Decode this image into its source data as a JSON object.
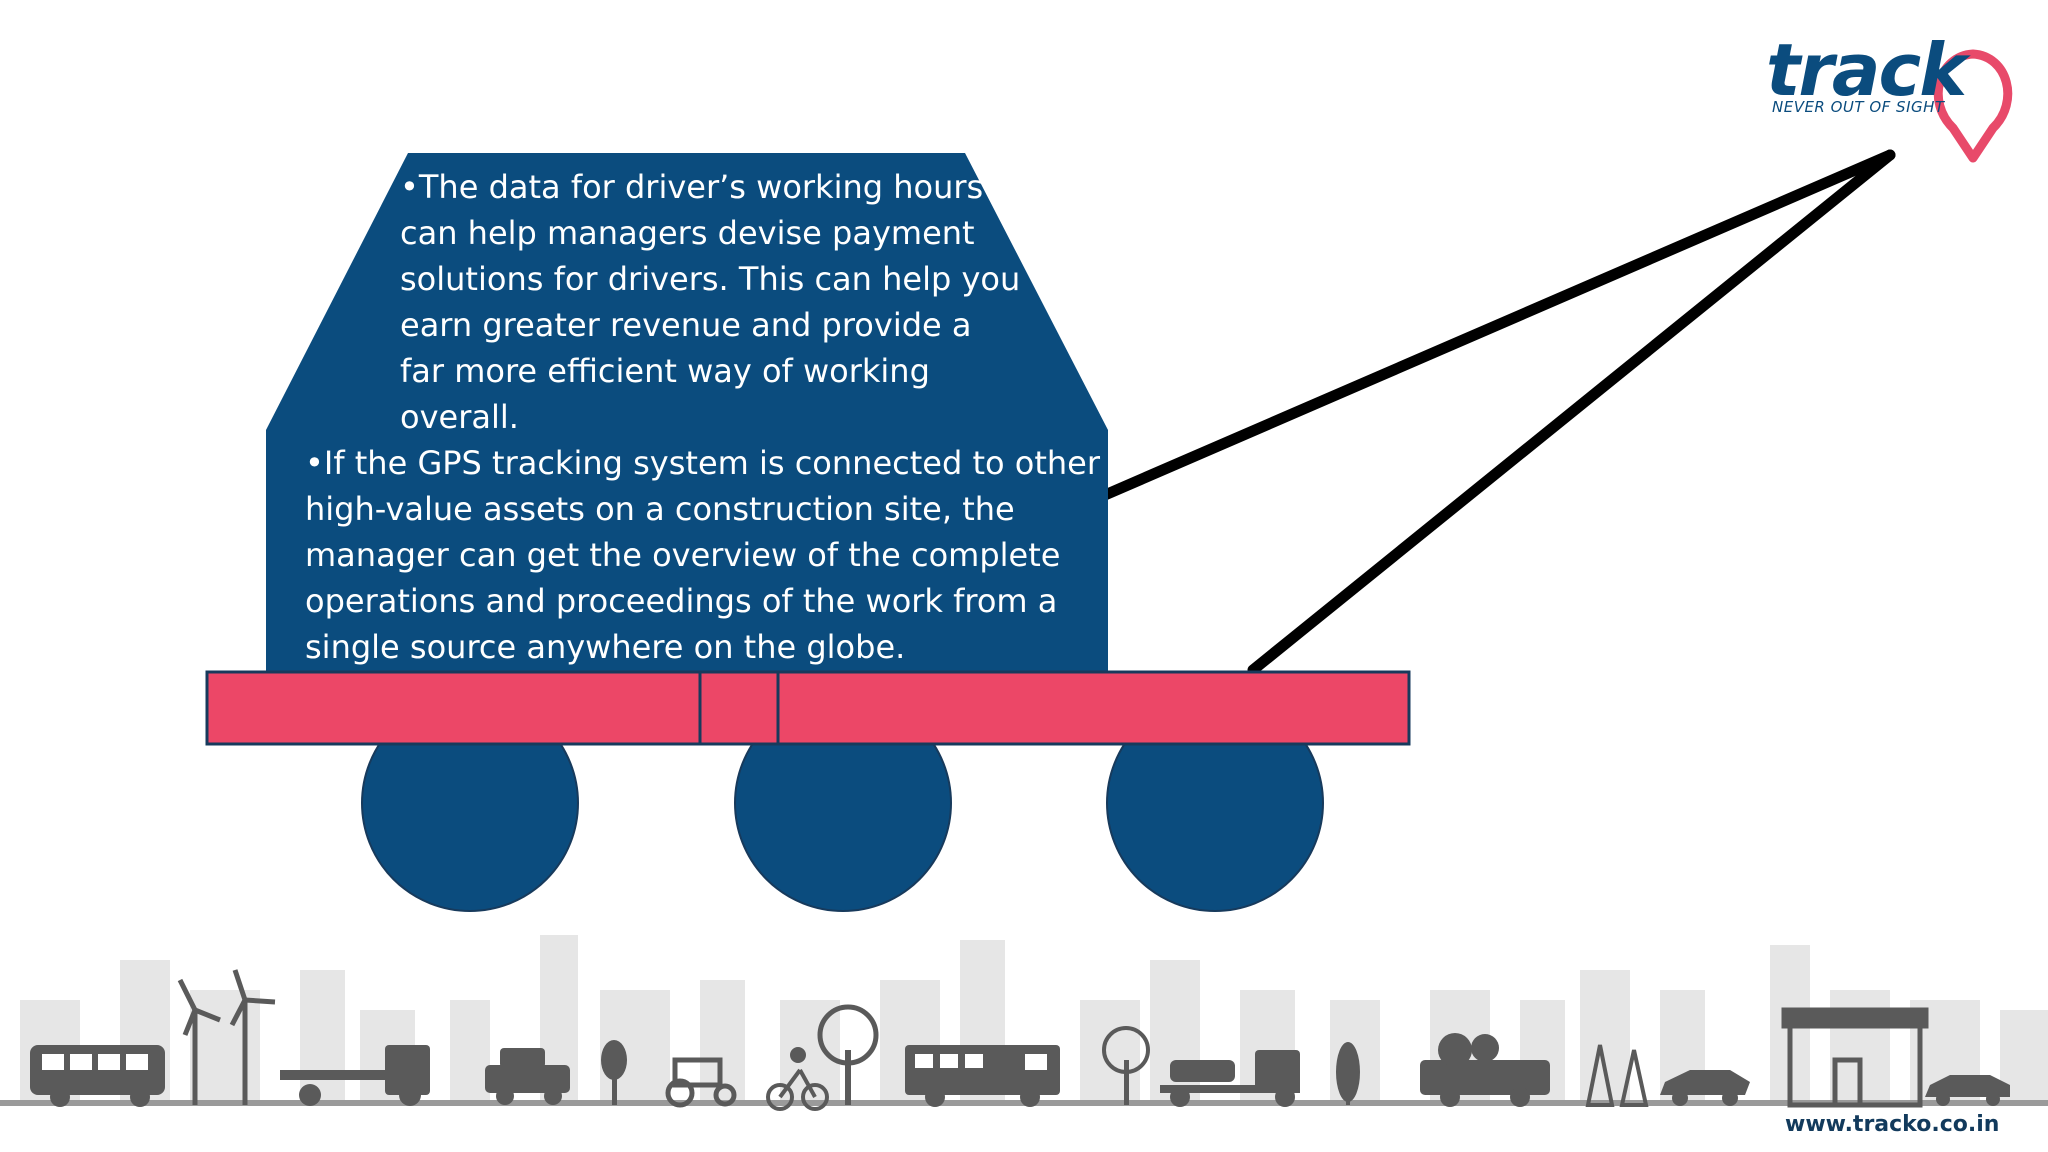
{
  "logo": {
    "name": "track",
    "tagline": "NEVER OUT OF SIGHT",
    "pin_color": "#e84a6a",
    "text_color": "#0b4c7e"
  },
  "bullets": [
    {
      "lines": [
        "•The data for driver’s working hours",
        "can help managers devise payment",
        "solutions for drivers. This can help you",
        "earn greater revenue and provide a",
        "far more efficient way of working",
        "overall."
      ]
    },
    {
      "lines": [
        "•If the GPS tracking system is connected to other",
        "high-value assets on a construction site, the",
        "manager can get the overview of the complete",
        "operations and proceedings of the work from a",
        "single source anywhere on the globe."
      ]
    }
  ],
  "footer": {
    "url": "www.tracko.co.in"
  },
  "colors": {
    "cab": "#0b4c7e",
    "platform": "#ec4767",
    "wheels": "#0b4c7e",
    "crane": "#000000",
    "skyline": "#d9d9d9",
    "vehicles": "#5a5a5a"
  },
  "icons": [
    "location-pin-icon",
    "bus-icon",
    "wind-turbine-icon",
    "flatbed-truck-icon",
    "tractor-icon",
    "cyclist-icon",
    "tree-icon",
    "fire-truck-icon",
    "tow-truck-icon",
    "pickup-truck-icon",
    "car-icon",
    "shop-icon"
  ]
}
